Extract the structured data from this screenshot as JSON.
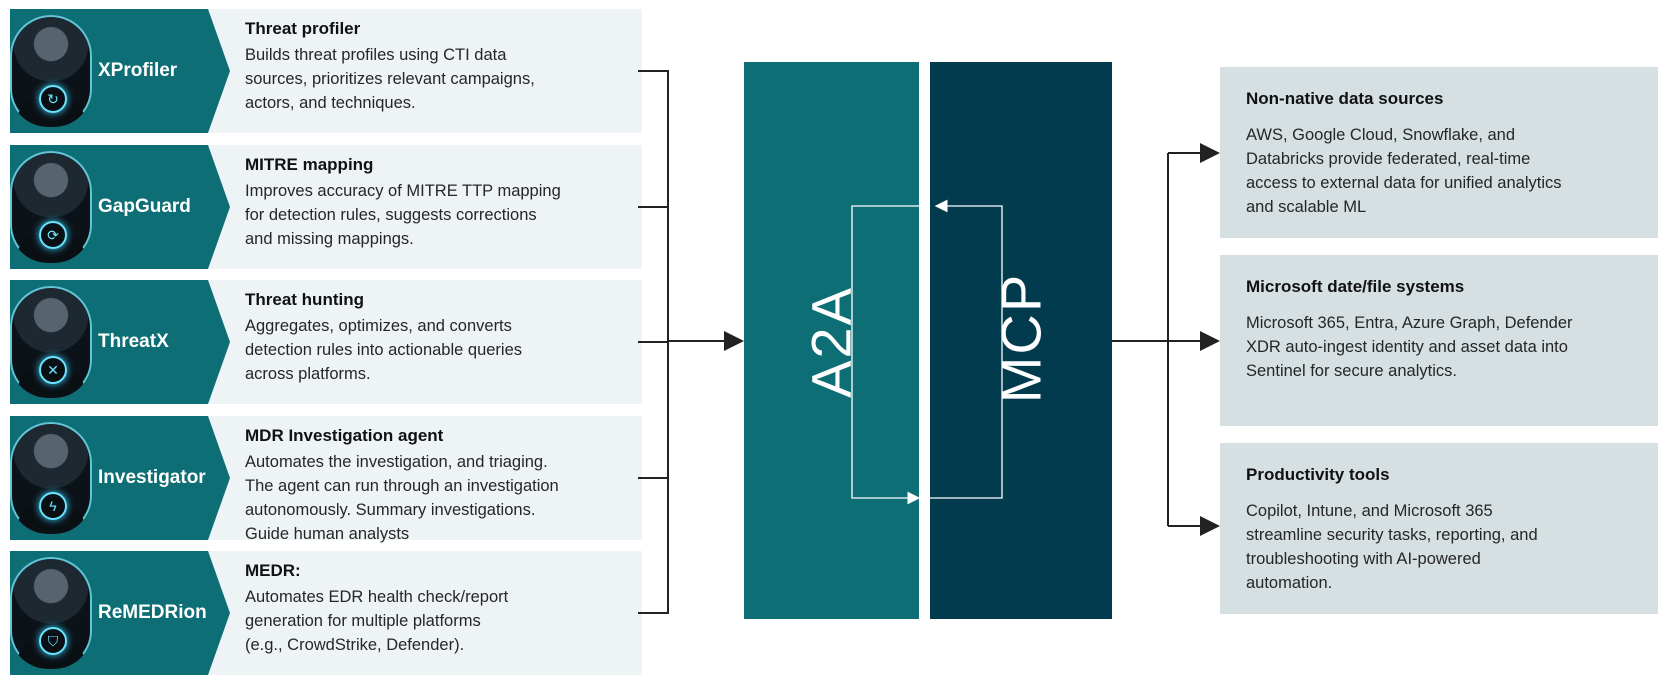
{
  "agents": [
    {
      "name": "XProfiler",
      "title": "Threat profiler",
      "lines": [
        "Builds threat profiles using CTI data",
        "sources, prioritizes relevant campaigns,",
        "actors, and techniques."
      ],
      "emblem": "refresh-emblem-icon",
      "glyph": "↻"
    },
    {
      "name": "GapGuard",
      "title": "MITRE mapping",
      "lines": [
        "Improves accuracy of MITRE TTP mapping",
        "for detection rules, suggests corrections",
        "and missing mappings."
      ],
      "emblem": "cycle-emblem-icon",
      "glyph": "⟳"
    },
    {
      "name": "ThreatX",
      "title": "Threat hunting",
      "lines": [
        "Aggregates, optimizes, and converts",
        "detection rules into actionable queries",
        "across platforms."
      ],
      "emblem": "cross-emblem-icon",
      "glyph": "✕"
    },
    {
      "name": "Investigator",
      "title": "MDR Investigation agent",
      "lines": [
        "Automates the investigation, and triaging.",
        "The agent can run through an investigation",
        "autonomously.  Summary investigations.",
        "Guide human analysts"
      ],
      "emblem": "lightning-emblem-icon",
      "glyph": "ϟ"
    },
    {
      "name": "ReMEDRion",
      "title": "MEDR:",
      "lines": [
        "Automates EDR health check/report",
        "generation for multiple platforms",
        "(e.g., CrowdStrike, Defender)."
      ],
      "emblem": "shield-pulse-emblem-icon",
      "glyph": "⛉"
    }
  ],
  "panels": {
    "a2a": "A2A",
    "mcp": "MCP"
  },
  "sources": [
    {
      "title": "Non-native data sources",
      "lines": [
        "AWS, Google Cloud, Snowflake, and",
        "Databricks provide federated, real-time",
        "access to external data for unified analytics",
        "and scalable ML"
      ]
    },
    {
      "title": "Microsoft date/file systems",
      "lines": [
        "Microsoft 365, Entra, Azure Graph, Defender",
        "XDR auto-ingest identity and asset data into",
        "Sentinel for secure analytics."
      ]
    },
    {
      "title": "Productivity tools",
      "lines": [
        "Copilot, Intune, and Microsoft 365",
        "streamline security tasks, reporting, and",
        "troubleshooting with AI-powered",
        "automation."
      ]
    }
  ],
  "colors": {
    "agent_teal": "#0d6e75",
    "mcp_navy": "#033b4e",
    "card_bg": "#eef3f6",
    "source_bg": "#d6e0e3"
  }
}
